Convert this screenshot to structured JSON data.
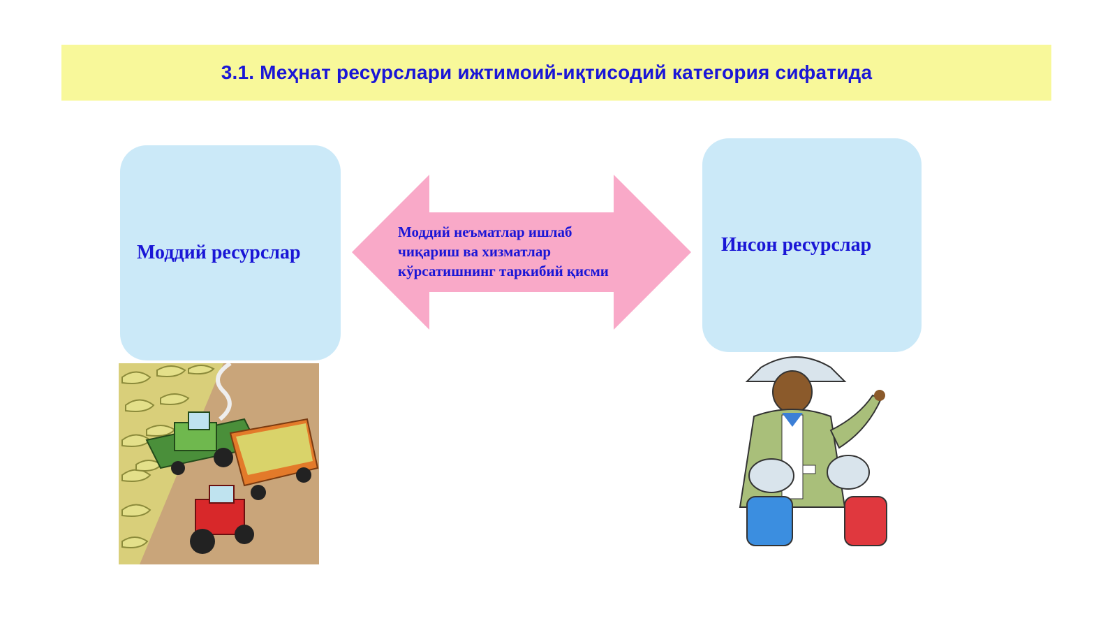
{
  "slide": {
    "title": "3.1. Меҳнат ресурслари ижтимоий-иқтисодий категория сифатида",
    "left_box": {
      "label": "Моддий ресурслар"
    },
    "right_box": {
      "label": "Инсон ресурслар"
    },
    "arrow": {
      "lines": [
        "Моддий неъматлар ишлаб",
        "чиқариш ва хизматлар",
        "кўрсатишнинг таркибий қисми"
      ]
    },
    "images": {
      "left": "farm-machinery-clipart",
      "right": "workers-clipart"
    }
  },
  "colors": {
    "title_band": "#f8f89a",
    "text_blue": "#1a16d6",
    "box_blue": "#cbe9f8",
    "arrow_pink": "#f9a9c8"
  }
}
